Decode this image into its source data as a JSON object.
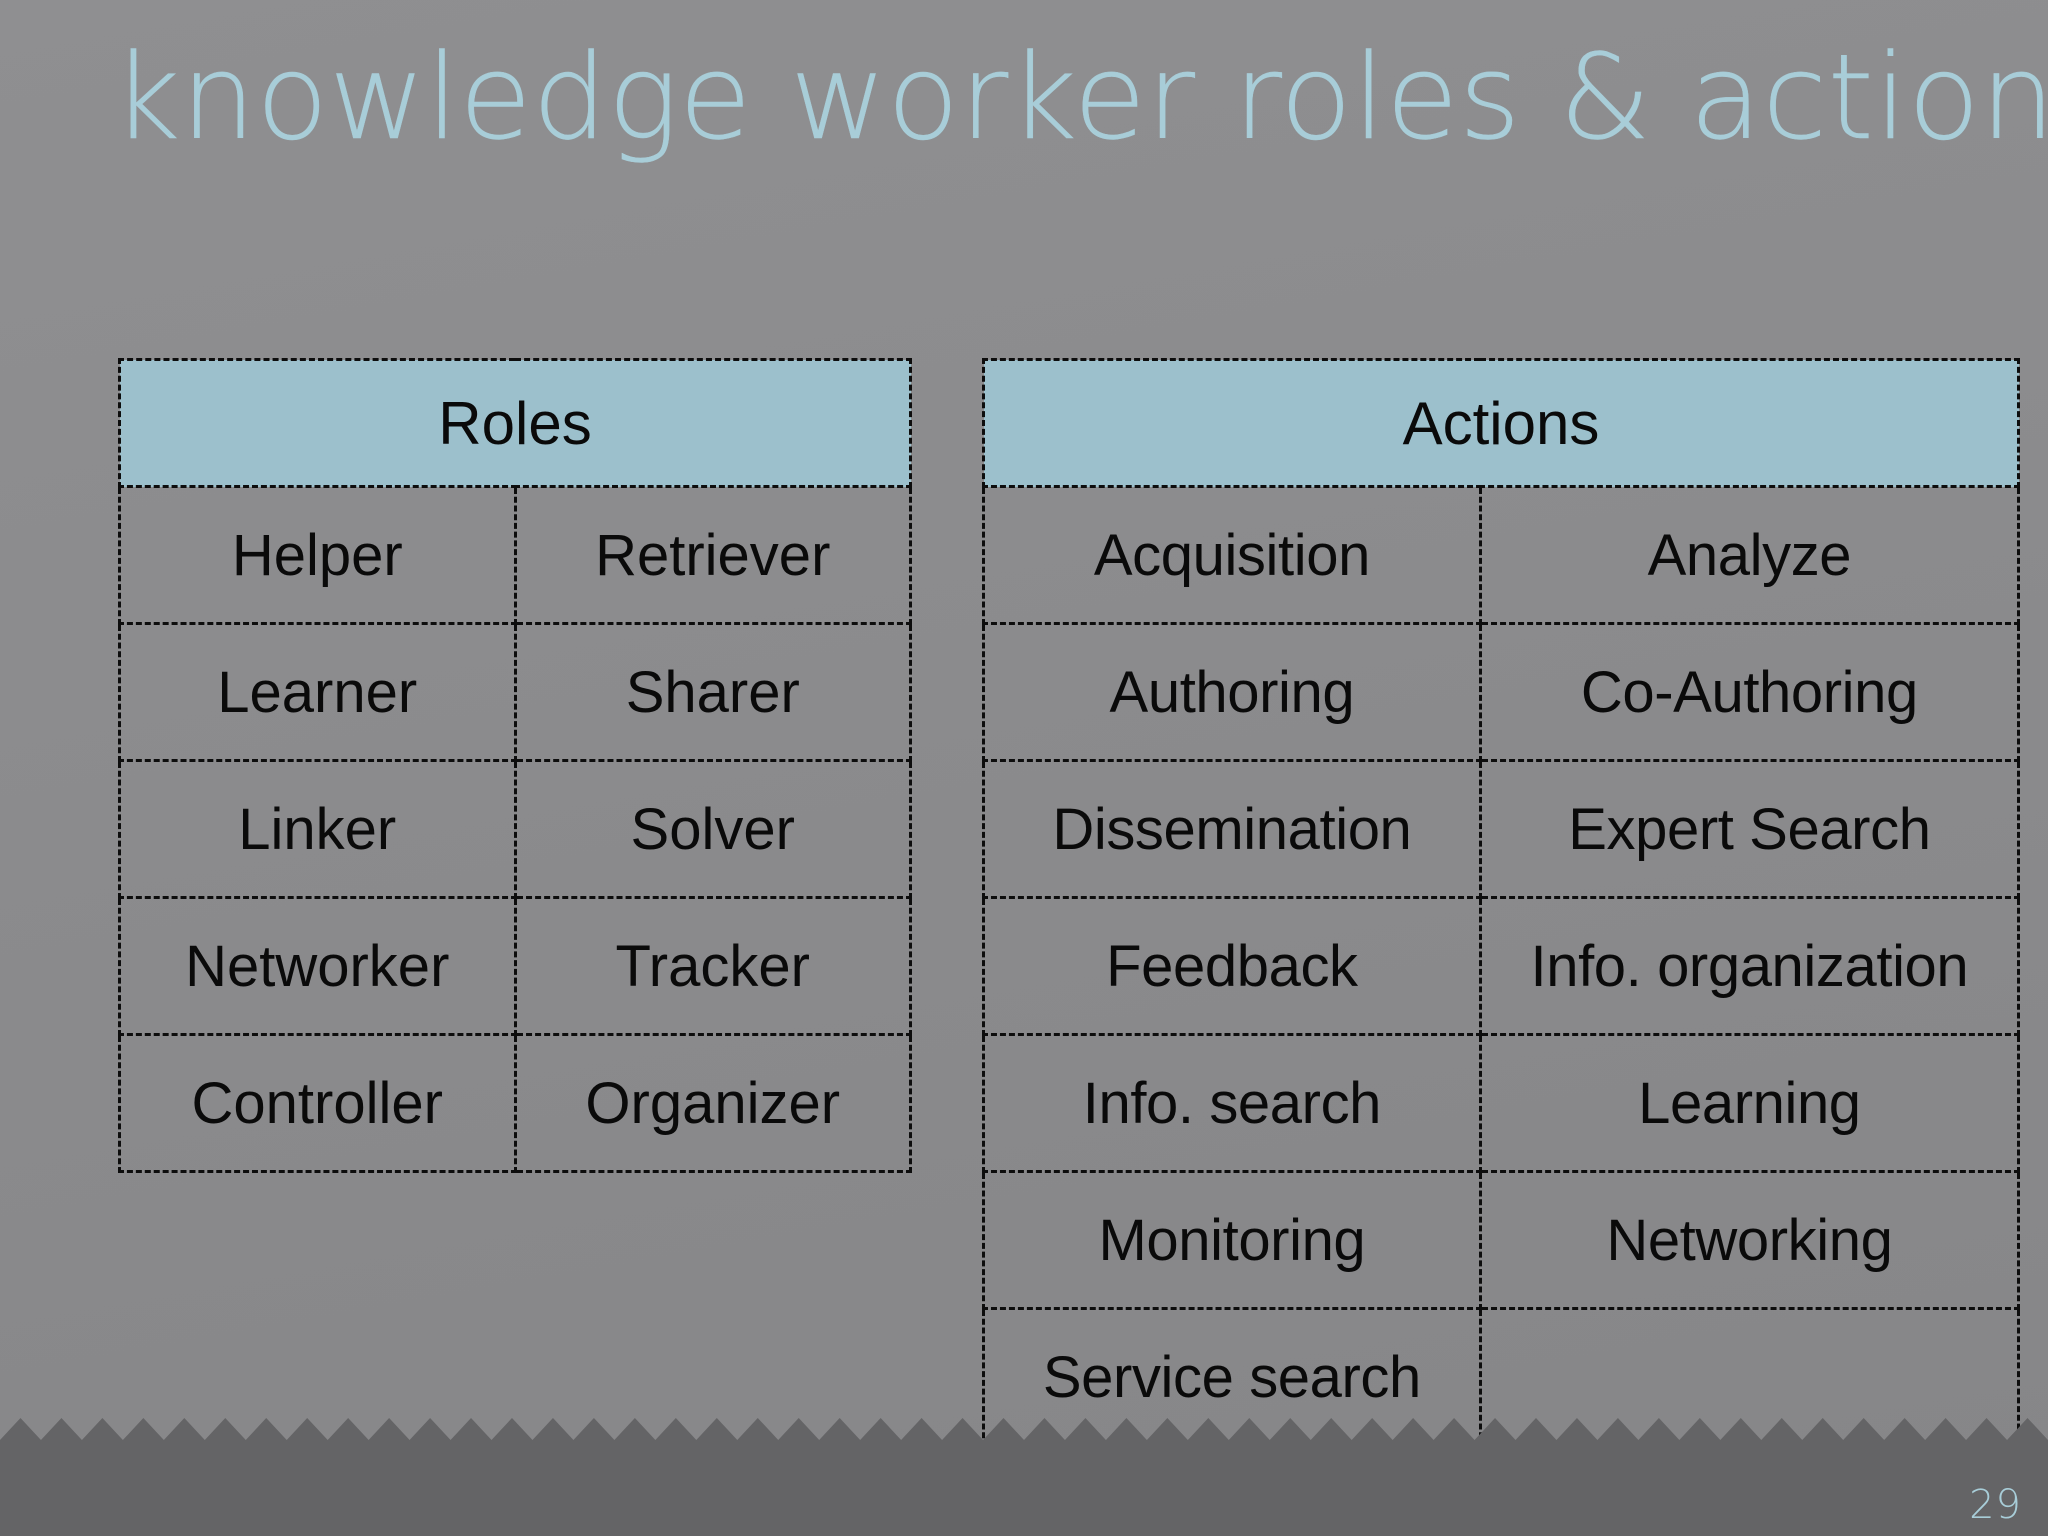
{
  "slide": {
    "title": "knowledge worker roles & actions",
    "page_number": "29",
    "title_color": "#a8cdd8",
    "background_color": "#8b8b8d",
    "header_fill_color": "#9cc0cc",
    "border_color": "#0d0d0d",
    "footer_band_color": "#646466"
  },
  "roles_table": {
    "header": "Roles",
    "rows": [
      {
        "left": "Helper",
        "right": "Retriever"
      },
      {
        "left": "Learner",
        "right": "Sharer"
      },
      {
        "left": "Linker",
        "right": "Solver"
      },
      {
        "left": "Networker",
        "right": "Tracker"
      },
      {
        "left": "Controller",
        "right": "Organizer"
      }
    ]
  },
  "actions_table": {
    "header": "Actions",
    "rows": [
      {
        "left": "Acquisition",
        "right": "Analyze"
      },
      {
        "left": "Authoring",
        "right": "Co-Authoring"
      },
      {
        "left": "Dissemination",
        "right": "Expert Search"
      },
      {
        "left": "Feedback",
        "right": "Info. organization"
      },
      {
        "left": "Info. search",
        "right": "Learning"
      },
      {
        "left": "Monitoring",
        "right": "Networking"
      },
      {
        "left": "Service search",
        "right": ""
      }
    ]
  }
}
